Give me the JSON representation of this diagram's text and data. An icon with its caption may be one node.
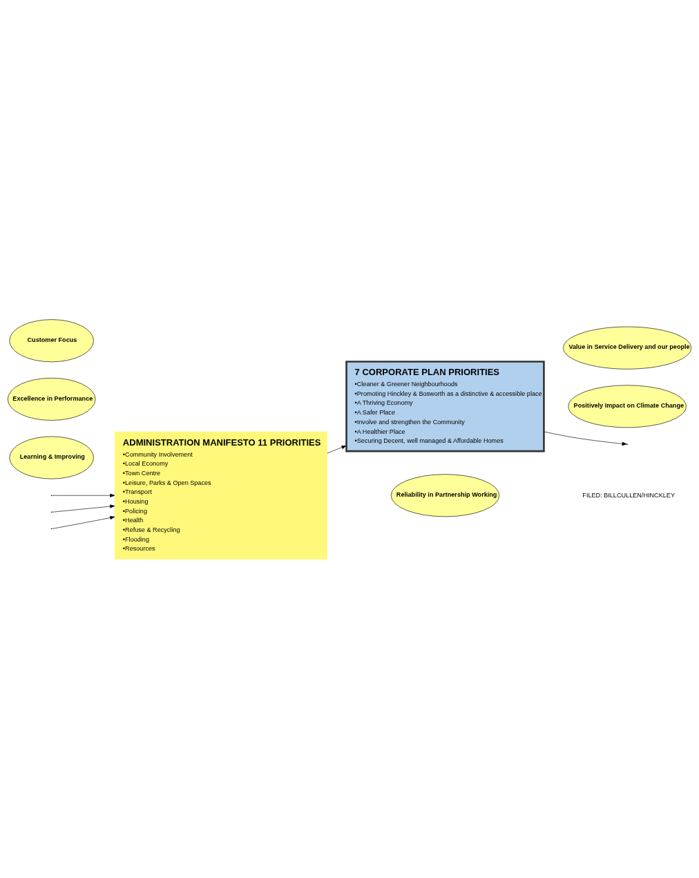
{
  "diagram": {
    "nodes": [
      {
        "text": [
          "Learning & Improving"
        ]
      },
      {
        "text": [
          "Customer Focus"
        ]
      },
      {
        "text": [
          "Excellence in Performance"
        ]
      },
      {
        "text": [
          "ADMINISTRATION MANIFESTO 11 PRIORITIES",
          "•Community Involvement",
          "•Local Economy",
          "•Town Centre",
          "•Leisure, Parks & Open Spaces",
          "•Transport",
          "•Housing",
          "•Policing",
          "•Health",
          "•Refuse & Recycling",
          "•Flooding",
          "•Resources"
        ]
      },
      {
        "text": [
          "7 CORPORATE PLAN PRIORITIES",
          "•Cleaner & Greener Neighbourhoods",
          "•Promoting Hinckley & Bosworth as a distinctive & accessible place",
          "•A Thriving Economy",
          "•A Safer Place",
          "•Involve and strengthen the Community",
          "•A Healthier Place",
          "•Securing Decent, well managed & Affordable Homes"
        ]
      },
      {
        "text": [
          "Value in Service Delivery and our people"
        ]
      },
      {
        "text": [
          "Positively Impact on Climate Change"
        ]
      },
      {
        "text": [
          "Reliability in Partnership Working"
        ]
      }
    ],
    "edges": [
      {
        "from": null,
        "to": 3,
        "arrow": "to"
      },
      {
        "from": null,
        "to": 3,
        "arrow": "to"
      },
      {
        "from": null,
        "to": 3,
        "arrow": "to"
      },
      {
        "from": 3,
        "to": 4,
        "arrow": "to"
      },
      {
        "from": 4,
        "to": null,
        "arrow": "to"
      }
    ],
    "labels": [
      "FILED: BILLCULLEN/HINCKLEY"
    ]
  }
}
